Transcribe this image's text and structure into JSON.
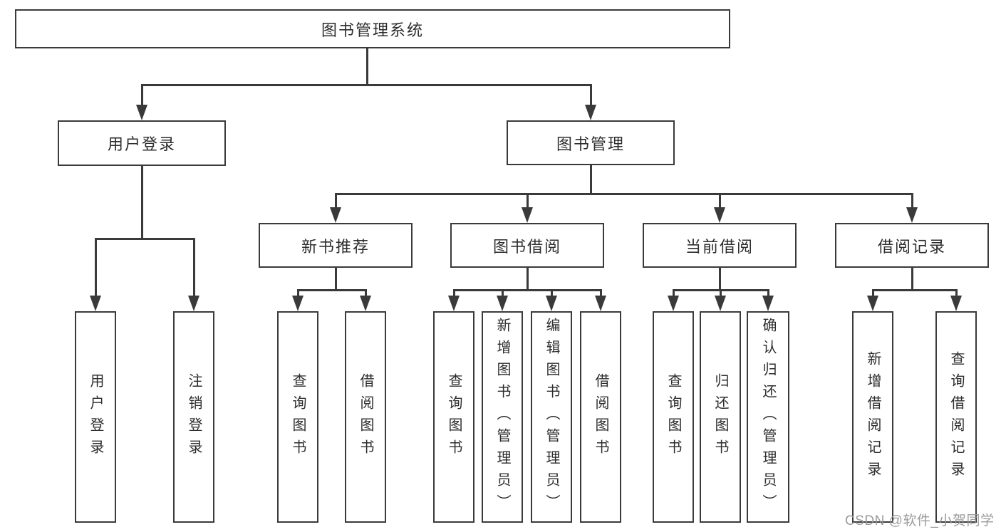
{
  "colors": {
    "line": "#3a3a3a",
    "text": "#2d2d2d",
    "background": "#ffffff",
    "watermark_gray": "#969696"
  },
  "diagram": {
    "root": {
      "label": "图书管理系统"
    },
    "level2": {
      "user_login": {
        "label": "用户登录"
      },
      "book_management": {
        "label": "图书管理"
      }
    },
    "level3": {
      "new_book_recommend": {
        "label": "新书推荐"
      },
      "book_borrowing": {
        "label": "图书借阅"
      },
      "current_borrowing": {
        "label": "当前借阅"
      },
      "borrowing_records": {
        "label": "借阅记录"
      }
    },
    "leaves": {
      "user_login": {
        "label": "用户登录"
      },
      "logout": {
        "label": "注销登录"
      },
      "query_books_recommend": {
        "label": "查询图书"
      },
      "borrow_books_recommend": {
        "label": "借阅图书"
      },
      "query_books_borrowing": {
        "label": "查询图书"
      },
      "add_books_admin": {
        "label": "新增图书（管理员）"
      },
      "edit_books_admin": {
        "label": "编辑图书（管理员）"
      },
      "borrow_books_borrowing": {
        "label": "借阅图书"
      },
      "query_books_current": {
        "label": "查询图书"
      },
      "return_books": {
        "label": "归还图书"
      },
      "confirm_return_admin": {
        "label": "确认归还（管理员）"
      },
      "add_borrow_record": {
        "label": "新增借阅记录"
      },
      "query_borrow_record": {
        "label": "查询借阅记录"
      }
    }
  },
  "watermark": {
    "text": "CSDN @软件_小贺同学"
  }
}
